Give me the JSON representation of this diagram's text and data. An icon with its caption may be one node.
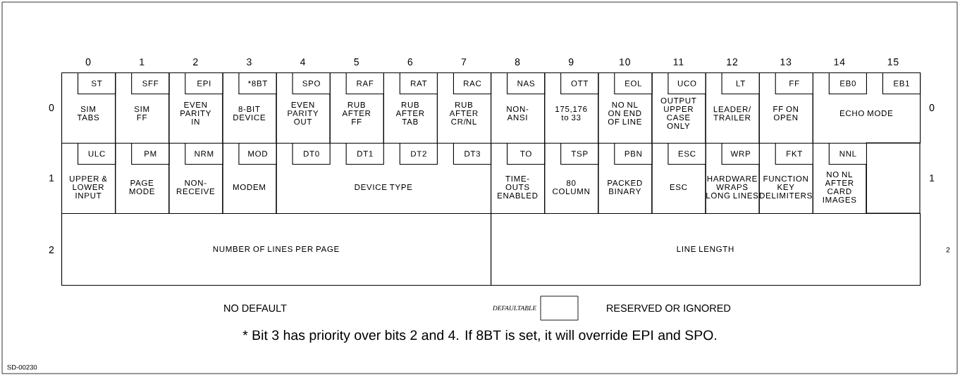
{
  "diagram": {
    "nodes": [
      {
        "text": [
          "SIM TABS"
        ]
      },
      {
        "text": [
          "ST"
        ],
        "in": 0
      },
      {
        "text": [
          "SIM FF"
        ]
      },
      {
        "text": [
          "SFF"
        ],
        "in": 2
      },
      {
        "text": [
          "EVEN PARITY IN"
        ]
      },
      {
        "text": [
          "EPI"
        ],
        "in": 4
      },
      {
        "text": [
          "8-BIT DEVICE"
        ]
      },
      {
        "text": [
          "*8BT"
        ],
        "in": 6
      },
      {
        "text": [
          "EVEN PARITY OUT"
        ]
      },
      {
        "text": [
          "SPO"
        ],
        "in": 8
      },
      {
        "text": [
          "RUB AFTER FF"
        ]
      },
      {
        "text": [
          "RAF"
        ],
        "in": 10
      },
      {
        "text": [
          "RUB AFTER TAB"
        ]
      },
      {
        "text": [
          "RAT"
        ],
        "in": 12
      },
      {
        "text": [
          "RUB AFTER CR/NL"
        ]
      },
      {
        "text": [
          "RAC"
        ],
        "in": 14
      },
      {
        "text": [
          "NON-ANSI"
        ]
      },
      {
        "text": [
          "NAS"
        ],
        "in": 16
      },
      {
        "text": [
          "175,176 to 33"
        ]
      },
      {
        "text": [
          "OTT"
        ],
        "in": 18
      },
      {
        "text": [
          "NO NL ON END OF LINE"
        ]
      },
      {
        "text": [
          "EOL"
        ],
        "in": 20
      },
      {
        "text": [
          "OUTPUT UPPER CASE ONLY"
        ]
      },
      {
        "text": [
          "UCO"
        ],
        "in": 22
      },
      {
        "text": [
          "LEADER/TRAILER"
        ]
      },
      {
        "text": [
          "LT"
        ],
        "in": 24
      },
      {
        "text": [
          "FF ON OPEN"
        ]
      },
      {
        "text": [
          "FF"
        ],
        "in": 26
      },
      {
        "text": [
          "ECHO MODE"
        ]
      },
      {
        "text": [
          "EB0"
        ],
        "in": 28
      },
      {
        "text": [
          "EB1"
        ],
        "in": 28
      },
      {
        "text": [
          "UPPER & LOWER INPUT"
        ]
      },
      {
        "text": [
          "ULC"
        ],
        "in": 31
      },
      {
        "text": [
          "PAGE MODE"
        ]
      },
      {
        "text": [
          "PM"
        ],
        "in": 33
      },
      {
        "text": [
          "NON-RECEIVE"
        ]
      },
      {
        "text": [
          "NRM"
        ],
        "in": 35
      },
      {
        "text": [
          "MODEM"
        ]
      },
      {
        "text": [
          "MOD"
        ],
        "in": 37
      },
      {
        "text": [
          "DEVICE TYPE"
        ]
      },
      {
        "text": [
          "DT0"
        ],
        "in": 39
      },
      {
        "text": [
          "DT1"
        ],
        "in": 39
      },
      {
        "text": [
          "DT2"
        ],
        "in": 39
      },
      {
        "text": [
          "DT3"
        ],
        "in": 39
      },
      {
        "text": [
          "TIME-OUTS ENABLED"
        ]
      },
      {
        "text": [
          "TO"
        ],
        "in": 44
      },
      {
        "text": [
          "80 COLUMN"
        ]
      },
      {
        "text": [
          "TSP"
        ],
        "in": 46
      },
      {
        "text": [
          "PACKED BINARY"
        ]
      },
      {
        "text": [
          "PBN"
        ],
        "in": 48
      },
      {
        "text": [
          "ESC"
        ]
      },
      {
        "text": [
          "ESC"
        ],
        "in": 50
      },
      {
        "text": [
          "HARDWARE WRAPS LONG LINES"
        ]
      },
      {
        "text": [
          "WRP"
        ],
        "in": 52
      },
      {
        "text": [
          "FUNCTION KEY DELIMITERS"
        ]
      },
      {
        "text": [
          "FKT"
        ],
        "in": 54
      },
      {
        "text": [
          "NO NL AFTER CARD IMAGES"
        ]
      },
      {
        "text": [
          "NNL"
        ],
        "in": 56
      },
      {
        "text": [],
        "shape": "box"
      },
      {
        "text": [
          "NUMBER OF LINES PER PAGE"
        ]
      },
      {
        "text": [
          "LINE LENGTH"
        ]
      }
    ],
    "labels": [
      "0",
      "1",
      "2",
      "3",
      "4",
      "5",
      "6",
      "7",
      "8",
      "9",
      "10",
      "11",
      "12",
      "13",
      "14",
      "15",
      "0",
      "0",
      "1",
      "1",
      "2",
      "2",
      "* Bit 3 has priority over bits 2 and 4. If 8BT is set, it will override EPI and SPO.",
      "SD-00230"
    ],
    "legend": [
      {
        "text": "NO DEFAULT"
      },
      {
        "text": "DEFAULTABLE"
      },
      {
        "text": "RESERVED OR IGNORED"
      }
    ]
  }
}
